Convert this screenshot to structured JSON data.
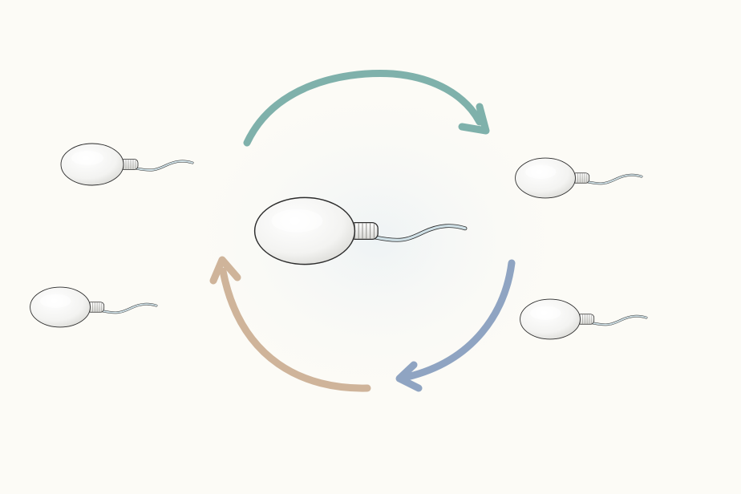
{
  "diagram": {
    "background": "#fcfbf6",
    "glow_color": "#eef3f5",
    "outline_color": "#2b2b2b",
    "head_fill": "#f6f6f4",
    "head_shade": "#e2e2df",
    "tail_color": "#c9dbe2",
    "cells": [
      {
        "id": "center",
        "role": "central cell",
        "icon": "sperm-cell-icon"
      },
      {
        "id": "top-left",
        "role": "surrounding cell",
        "icon": "sperm-cell-icon"
      },
      {
        "id": "bottom-left",
        "role": "surrounding cell",
        "icon": "sperm-cell-icon"
      },
      {
        "id": "top-right",
        "role": "surrounding cell",
        "icon": "sperm-cell-icon"
      },
      {
        "id": "bottom-right",
        "role": "surrounding cell",
        "icon": "sperm-cell-icon"
      }
    ],
    "cycle_arrows": [
      {
        "id": "top",
        "color": "#7fb1ab",
        "icon": "curved-arrow-icon"
      },
      {
        "id": "right",
        "color": "#8fa4c2",
        "icon": "curved-arrow-icon"
      },
      {
        "id": "left",
        "color": "#cfb49a",
        "icon": "curved-arrow-icon"
      }
    ]
  }
}
